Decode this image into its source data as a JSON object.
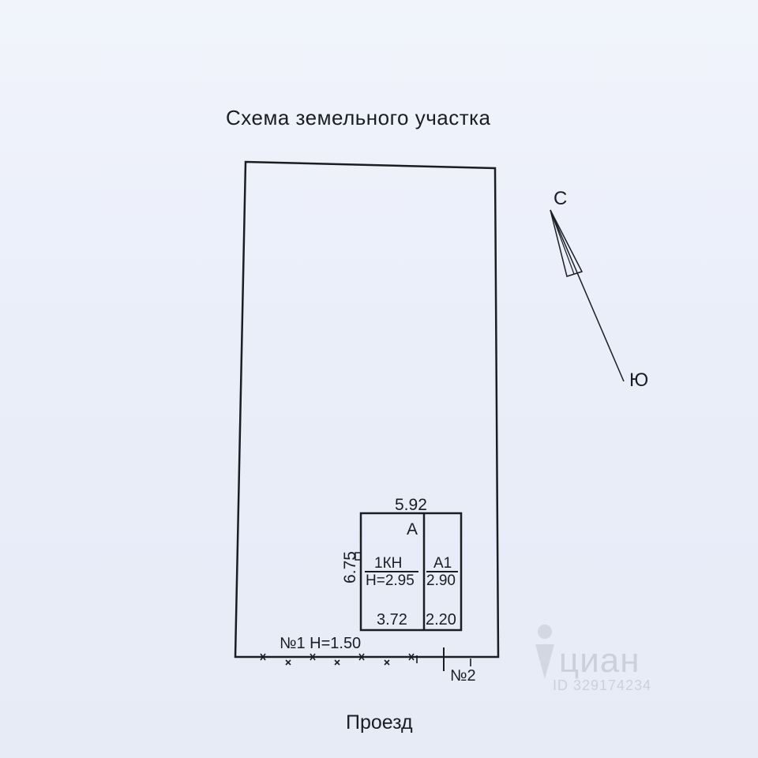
{
  "title": "Схема земельного участка",
  "road_label": "Проезд",
  "compass": {
    "north": "С",
    "south": "Ю"
  },
  "building": {
    "width": "5.92",
    "depth": "6.75",
    "letter": "А",
    "rooms": [
      {
        "name": "1КН",
        "height": "Н=2.95",
        "width": "3.72"
      },
      {
        "name": "А1",
        "height": "2.90",
        "width": "2.20"
      }
    ]
  },
  "fences": {
    "fence1": "№1 Н=1.50",
    "fence2": "№2"
  },
  "watermark": {
    "brand": "циан",
    "id": "ID 329174234"
  },
  "colors": {
    "line": "#1b1d22",
    "background": "#eaeef9"
  }
}
